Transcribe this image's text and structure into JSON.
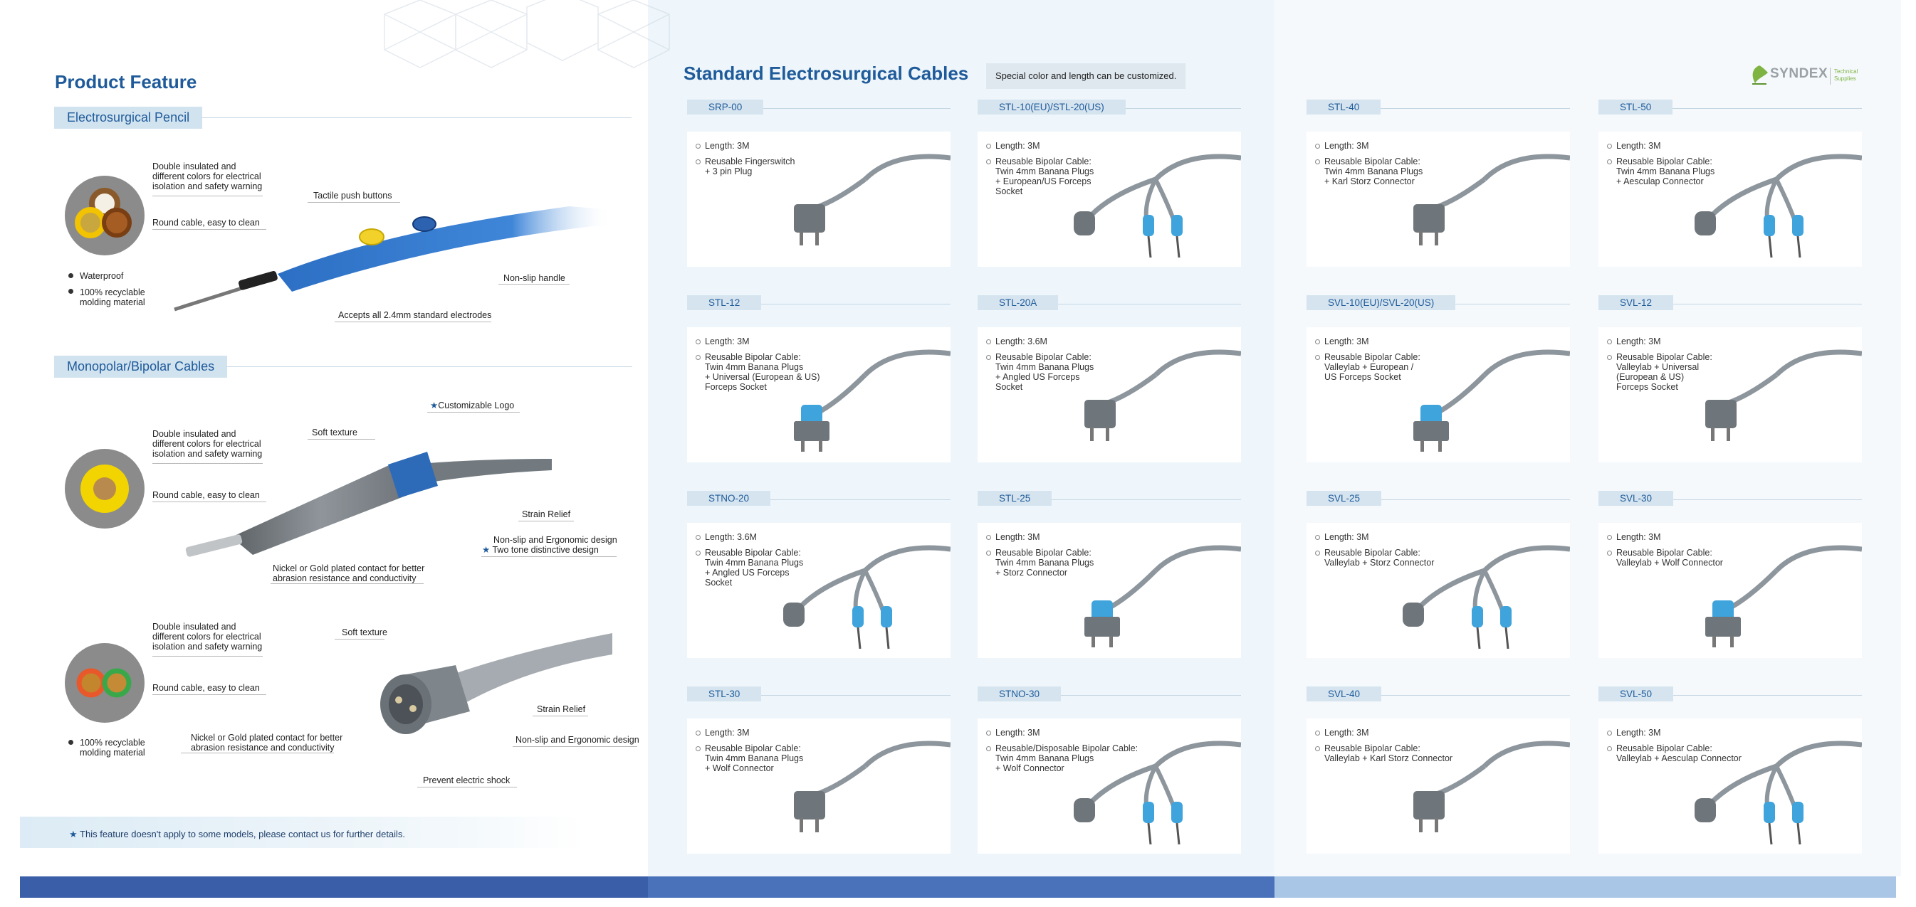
{
  "left": {
    "title": "Product Feature",
    "sections": {
      "pencil": "Electrosurgical Pencil",
      "cables": "Monopolar/Bipolar Cables"
    },
    "pencil_callouts": {
      "double_insulated": "Double insulated and\ndifferent colors for electrical\nisolation and safety warning",
      "round_cable": "Round cable, easy to clean",
      "waterproof": "Waterproof",
      "recyclable": "100% recyclable\nmolding material",
      "tactile": "Tactile push buttons",
      "non_slip": "Non-slip handle",
      "accepts": "Accepts all 2.4mm standard electrodes"
    },
    "cable1_callouts": {
      "double_insulated": "Double insulated and\ndifferent colors for electrical\nisolation and safety warning",
      "round_cable": "Round cable, easy to clean",
      "logo": "Customizable Logo",
      "soft": "Soft texture",
      "strain": "Strain Relief",
      "ergonomic": "Non-slip and Ergonomic design",
      "two_tone": "Two tone distinctive design",
      "nickel": "Nickel or Gold plated contact for better\nabrasion resistance and conductivity"
    },
    "cable2_callouts": {
      "double_insulated": "Double insulated and\ndifferent colors for electrical\nisolation and safety warning",
      "round_cable": "Round cable, easy to clean",
      "recyclable": "100% recyclable\nmolding material",
      "soft": "Soft texture",
      "strain": "Strain Relief",
      "ergonomic": "Non-slip and Ergonomic design",
      "nickel": "Nickel or Gold plated contact for better\nabrasion resistance and conductivity",
      "shock": "Prevent electric shock"
    },
    "notice": "This feature doesn't apply to some models, please contact us for further details."
  },
  "middle": {
    "title": "Standard Electrosurgical Cables",
    "subtitle": "Special color and length can be customized.",
    "products": [
      {
        "code": "SRP-00",
        "length": "Length: 3M",
        "desc": "Reusable Fingerswitch\n+ 3 pin Plug"
      },
      {
        "code": "STL-10(EU)/STL-20(US)",
        "length": "Length: 3M",
        "desc": "Reusable Bipolar Cable:\nTwin 4mm Banana Plugs\n+ European/US Forceps\nSocket"
      },
      {
        "code": "STL-12",
        "length": "Length: 3M",
        "desc": "Reusable Bipolar Cable:\nTwin 4mm Banana Plugs\n+ Universal (European & US)\nForceps Socket"
      },
      {
        "code": "STL-20A",
        "length": "Length: 3.6M",
        "desc": "Reusable Bipolar Cable:\nTwin 4mm Banana Plugs\n+ Angled US Forceps\nSocket"
      },
      {
        "code": "STNO-20",
        "length": "Length: 3.6M",
        "desc": "Reusable Bipolar Cable:\nTwin 4mm Banana Plugs\n+ Angled US Forceps\n Socket"
      },
      {
        "code": "STL-25",
        "length": "Length: 3M",
        "desc": "Reusable Bipolar Cable:\nTwin 4mm Banana Plugs\n+ Storz Connector"
      },
      {
        "code": "STL-30",
        "length": "Length: 3M",
        "desc": "Reusable Bipolar Cable:\nTwin 4mm Banana Plugs\n+ Wolf Connector"
      },
      {
        "code": "STNO-30",
        "length": "Length: 3M",
        "desc": "Reusable/Disposable Bipolar Cable:\nTwin 4mm Banana Plugs\n+ Wolf Connector"
      }
    ]
  },
  "right": {
    "brand": "SYNDEX",
    "brand_sub": "Technical\nSupplies",
    "products": [
      {
        "code": "STL-40",
        "length": "Length: 3M",
        "desc": "Reusable Bipolar Cable:\nTwin 4mm Banana Plugs\n+ Karl Storz Connector"
      },
      {
        "code": "STL-50",
        "length": "Length: 3M",
        "desc": "Reusable Bipolar Cable:\nTwin 4mm Banana Plugs\n+ Aesculap Connector"
      },
      {
        "code": "SVL-10(EU)/SVL-20(US)",
        "length": "Length: 3M",
        "desc": "Reusable Bipolar Cable:\nValleylab + European /\nUS Forceps Socket"
      },
      {
        "code": "SVL-12",
        "length": "Length: 3M",
        "desc": "Reusable Bipolar Cable:\nValleylab + Universal\n(European & US)\nForceps Socket"
      },
      {
        "code": "SVL-25",
        "length": "Length: 3M",
        "desc": "Reusable Bipolar Cable:\nValleylab + Storz Connector"
      },
      {
        "code": "SVL-30",
        "length": "Length: 3M",
        "desc": "Reusable Bipolar Cable:\nValleylab + Wolf Connector"
      },
      {
        "code": "SVL-40",
        "length": "Length: 3M",
        "desc": "Reusable Bipolar Cable:\nValleylab + Karl Storz Connector"
      },
      {
        "code": "SVL-50",
        "length": "Length: 3M",
        "desc": "Reusable Bipolar Cable:\nValleylab + Aesculap Connector"
      }
    ]
  },
  "colors": {
    "heading_blue": "#1f5b9a",
    "tag_bg": "#d2e3f0",
    "bar_dark": "#3a5ea8",
    "bar_mid": "#4a72bb",
    "bar_light": "#a9c6e6",
    "cable_grey": "#8e969d",
    "accent_blue": "#3fa3dc"
  }
}
